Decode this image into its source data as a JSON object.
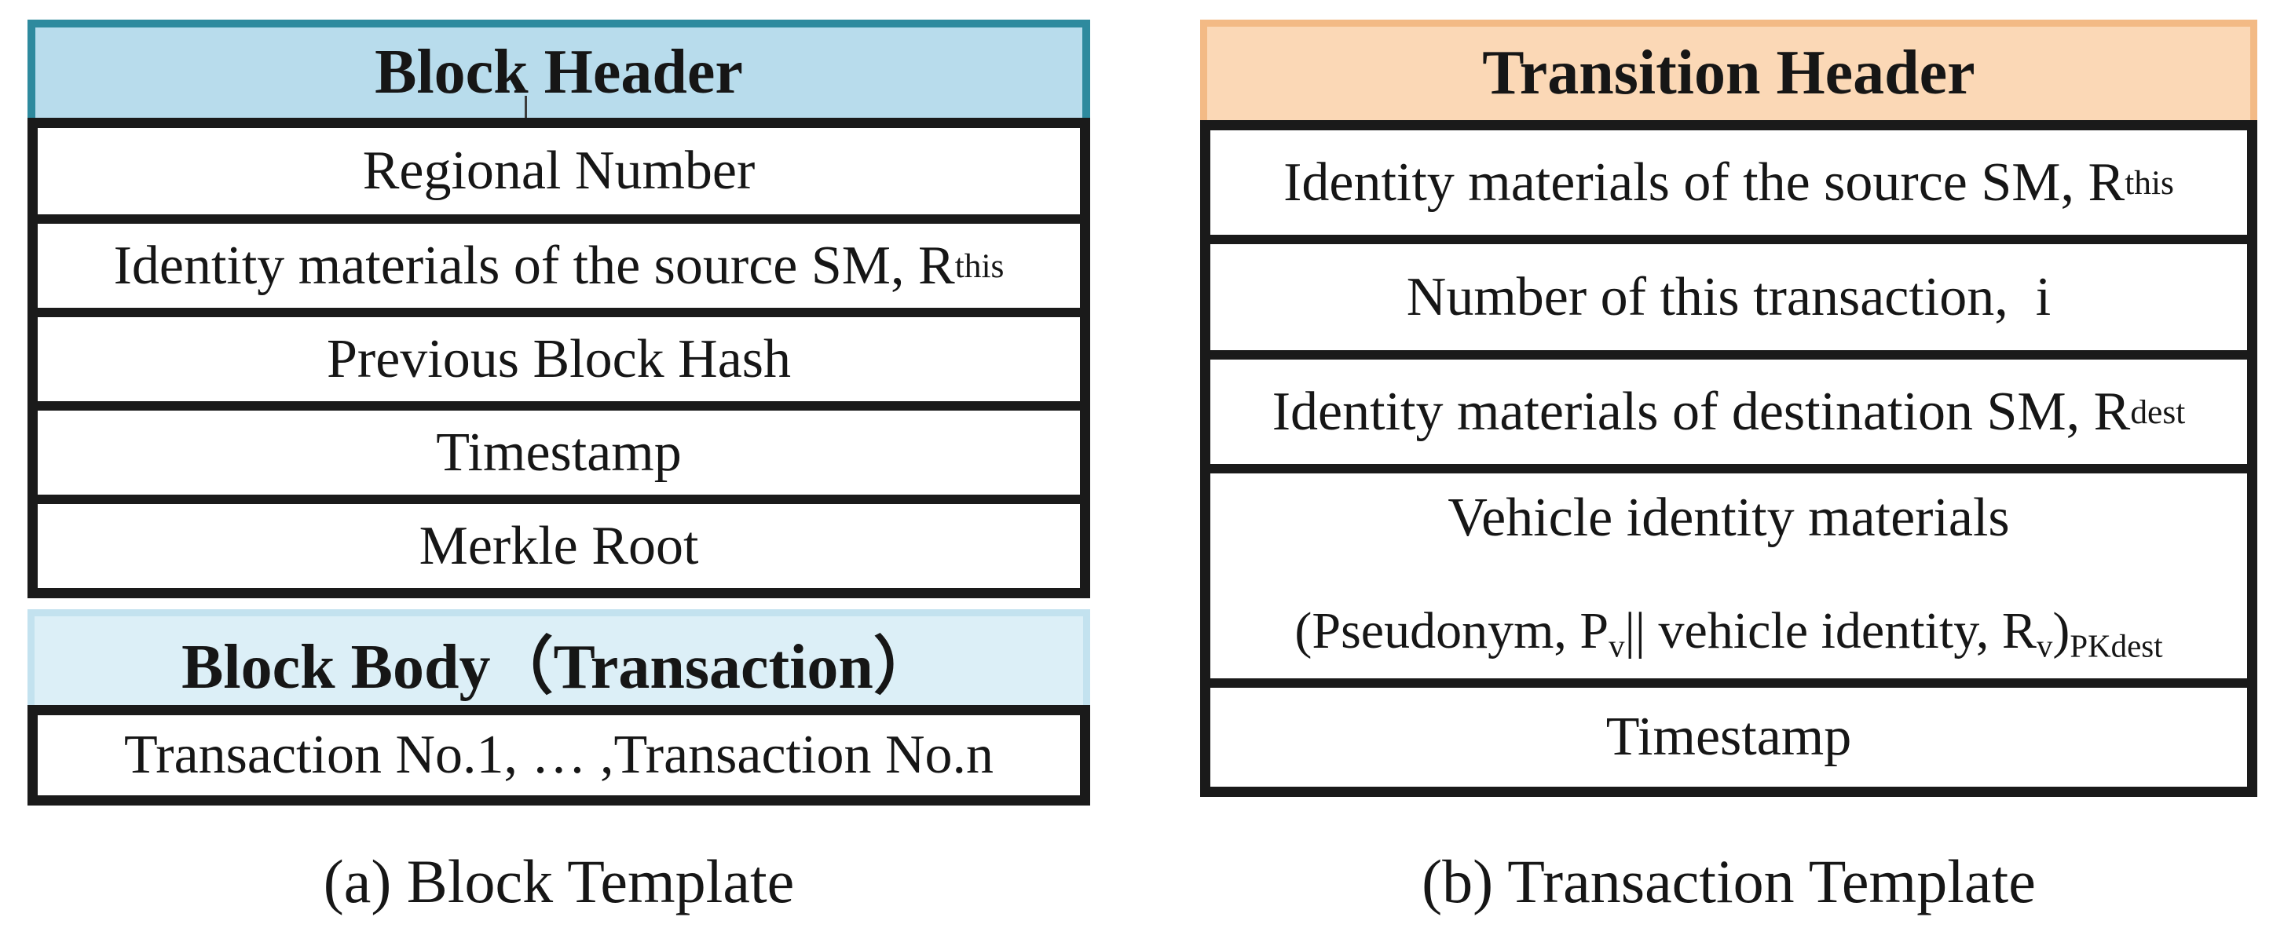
{
  "figure": {
    "left_panel": {
      "header": "Block Header",
      "rows": [
        {
          "text": "Regional Number"
        },
        {
          "text": "Identity materials of the source SM, R",
          "sub": "this"
        },
        {
          "text": "Previous Block Hash"
        },
        {
          "text": "Timestamp"
        },
        {
          "text": "Merkle Root"
        }
      ],
      "body_header": "Block Body（Transaction）",
      "body_row": "Transaction No.1, … ,Transaction No.n",
      "caption": "(a) Block Template"
    },
    "right_panel": {
      "header": "Transition Header",
      "rows": [
        {
          "text": "Identity materials of the source SM, R",
          "sub": "this"
        },
        {
          "text": "Number of this transaction,  i"
        },
        {
          "text": "Identity materials of destination SM, R",
          "sub": "dest"
        },
        {
          "line1": "Vehicle identity materials",
          "line2": [
            {
              "t": "(Pseudonym, P"
            },
            {
              "t": "v",
              "sub": true
            },
            {
              "t": "|| vehicle identity, R"
            },
            {
              "t": "v",
              "sub": true
            },
            {
              "t": ")"
            },
            {
              "t": "PKdest",
              "sub": true
            }
          ]
        },
        {
          "text": "Timestamp"
        }
      ],
      "caption": "(b) Transaction Template"
    }
  },
  "colors": {
    "header_blue": "#b8dcec",
    "teal_border": "#2e8a9e",
    "body_blue": "#dceff7",
    "body_blue_border": "#c3e2ef",
    "orange_fill": "#fbd8b6",
    "orange_border": "#f3ba85",
    "line_black": "#1a1a1a"
  }
}
